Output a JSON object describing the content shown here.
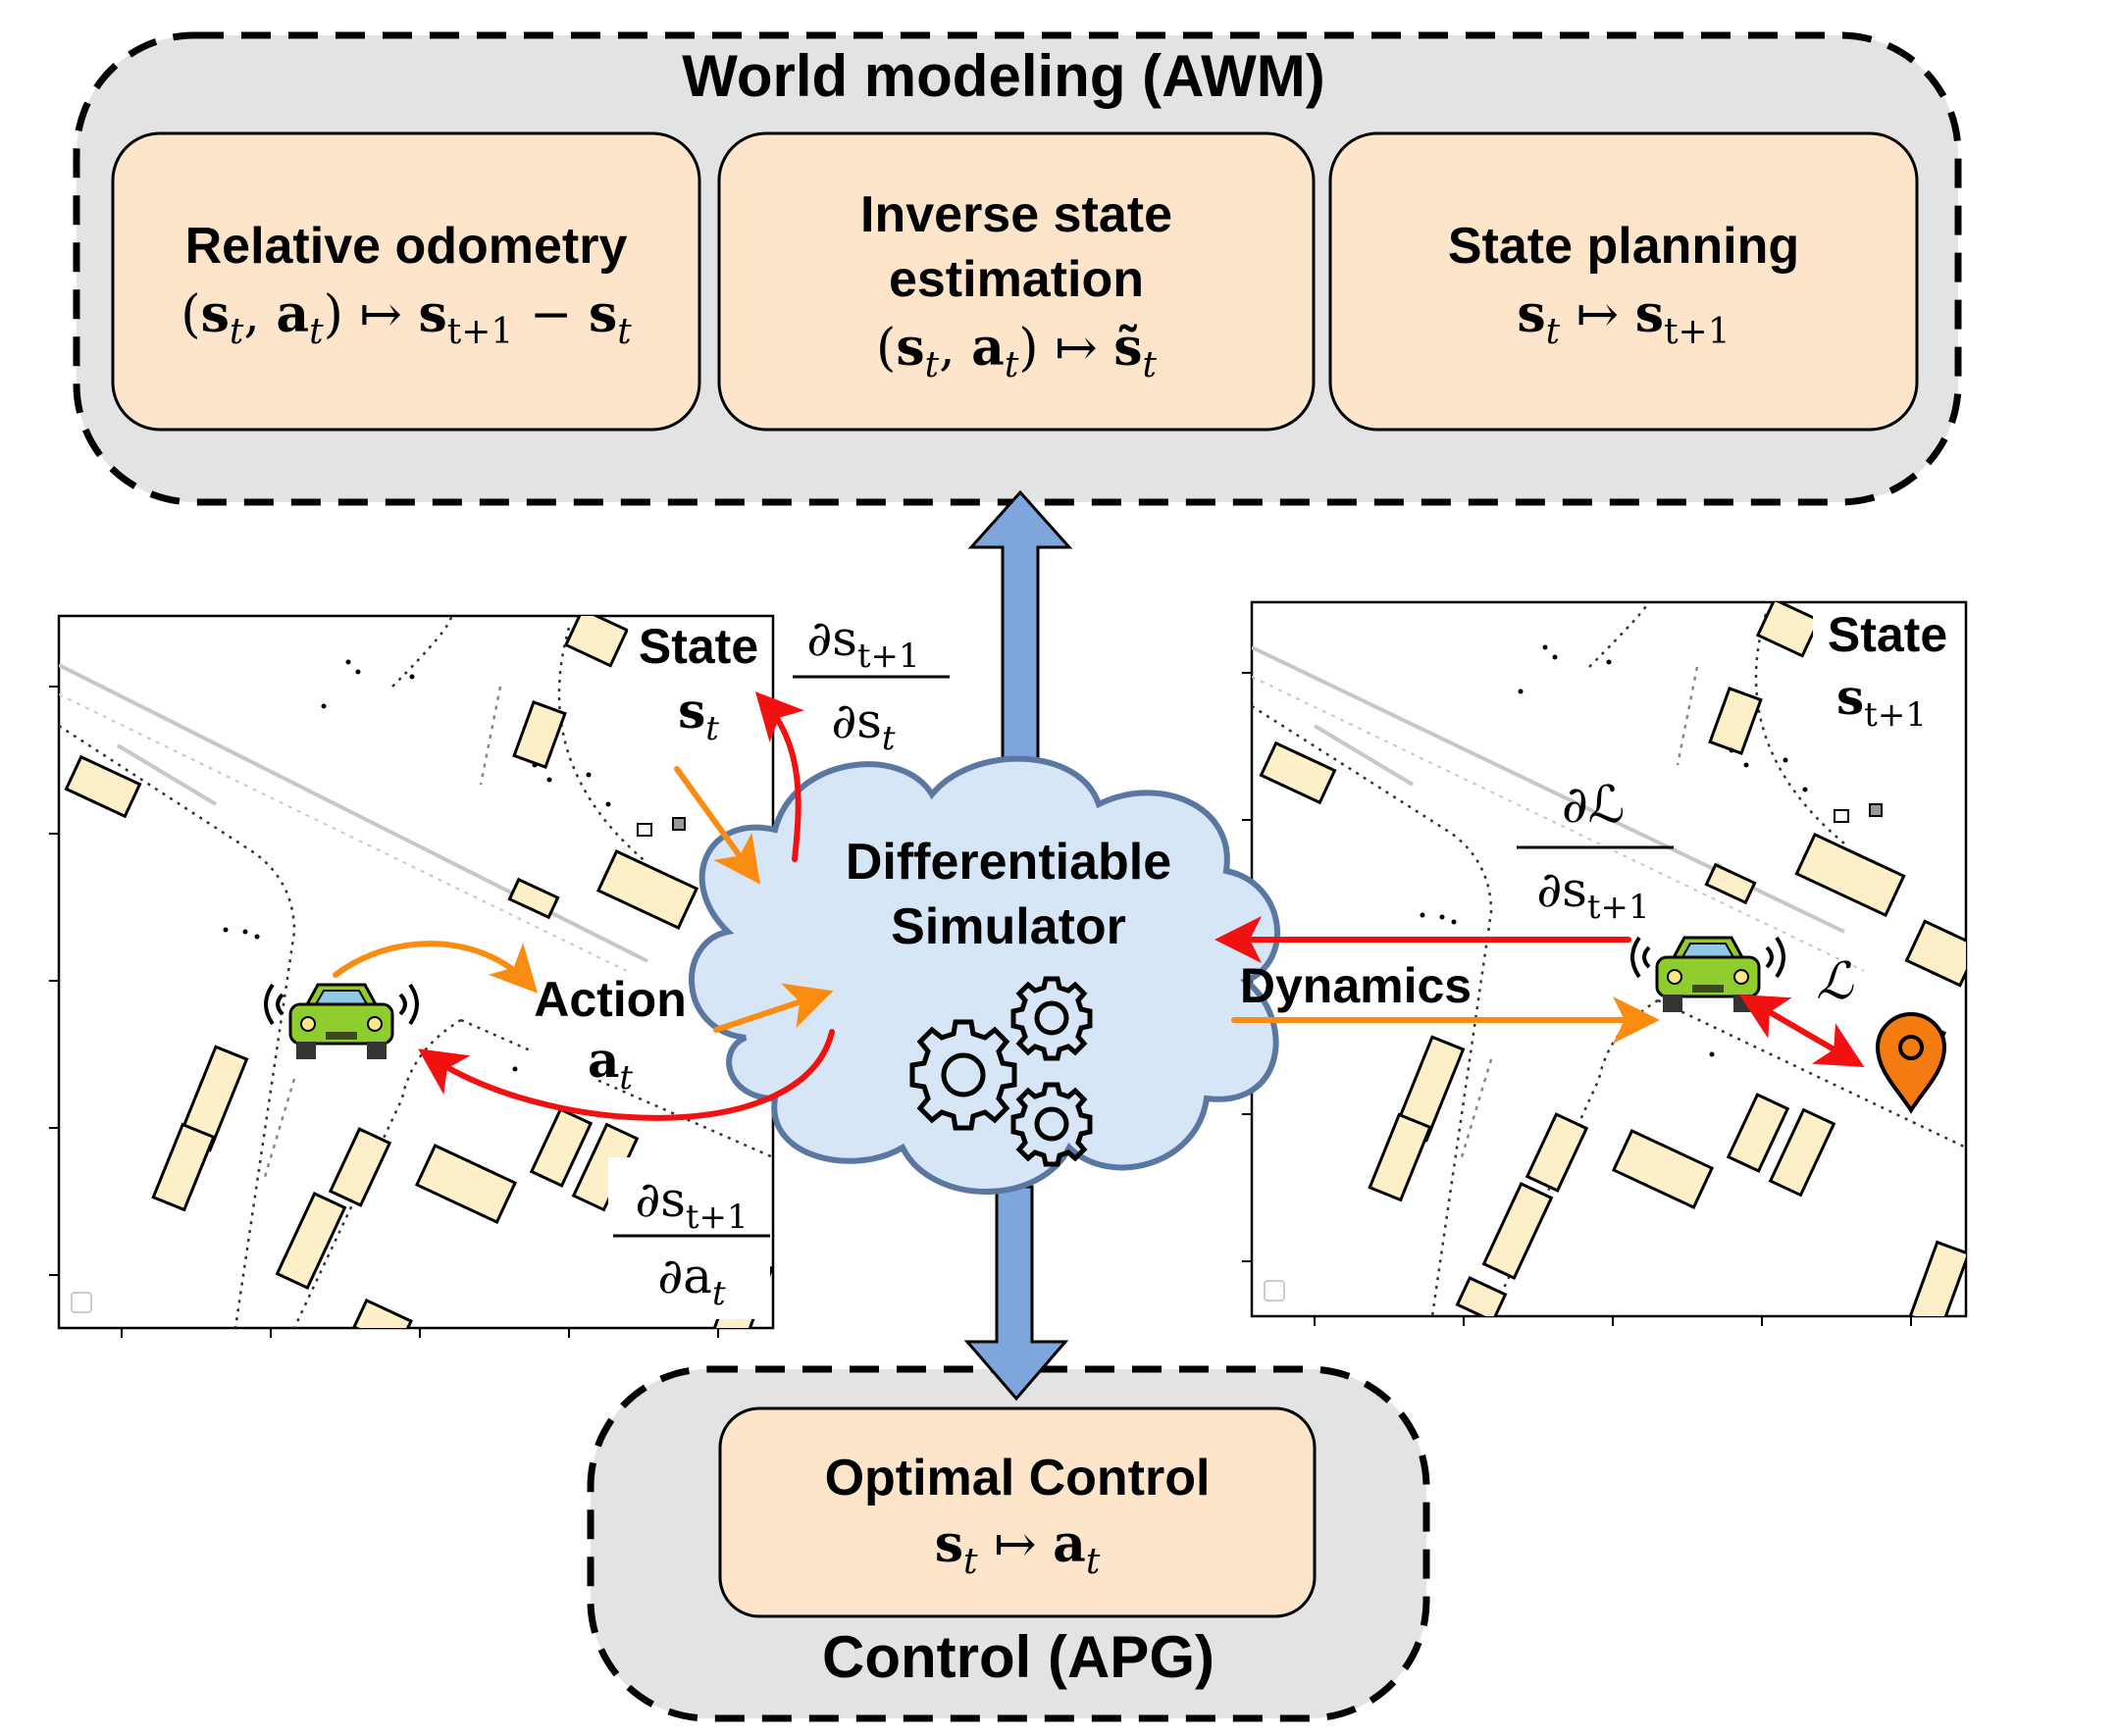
{
  "colors": {
    "panel_gray": "#e3e3e3",
    "box_fill": "#fde5cc",
    "cloud_fill": "#d6e6f7",
    "cloud_stroke": "#5a77a2",
    "blue_arrow": "#7ea6dc",
    "red_arrow": "#f21111",
    "orange_arrow": "#fb8c12",
    "building_fill": "#fdf0c9",
    "car_body": "#8fcc2d",
    "pin": "#f47a12"
  },
  "world": {
    "title": "World modeling (AWM)",
    "boxes": [
      {
        "title": "Relative odometry",
        "title2": "",
        "math_open": "(",
        "s": "s",
        "t": "t",
        "comma": ", ",
        "a": "a",
        "math_close": ")",
        "maps": " ↦ ",
        "rhs": "s",
        "rhs_sub": "t+1",
        "minus": " − ",
        "rhs2": "s",
        "rhs2_sub": "t"
      },
      {
        "title": "Inverse state",
        "title2": "estimation",
        "math_open": "(",
        "s": "s",
        "t": "t",
        "comma": ", ",
        "a": "a",
        "math_close": ")",
        "maps": " ↦ ",
        "rhs": "s̃",
        "rhs_sub": "t"
      },
      {
        "title": "State planning",
        "title2": "",
        "s": "s",
        "t": "t",
        "maps": " ↦ ",
        "rhs": "s",
        "rhs_sub": "t+1"
      }
    ]
  },
  "control": {
    "title": "Control (APG)",
    "box_title": "Optimal Control",
    "s": "s",
    "t": "t",
    "maps": " ↦ ",
    "a": "a"
  },
  "simulator": {
    "line1": "Differentiable",
    "line2": "Simulator"
  },
  "left_map": {
    "state_label": "State",
    "state_sym": "s",
    "state_sub": "t",
    "action_label": "Action",
    "action_sym": "a",
    "action_sub": "t",
    "grad_top_num": "∂s",
    "grad_top_num_sub": "t+1",
    "grad_top_den": "∂s",
    "grad_top_den_sub": "t",
    "grad_bot_num": "∂s",
    "grad_bot_num_sub": "t+1",
    "grad_bot_den": "∂a",
    "grad_bot_den_sub": "t"
  },
  "right_map": {
    "state_label": "State",
    "state_sym": "s",
    "state_sub": "t+1",
    "dynamics_label": "Dynamics",
    "grad_num": "∂ℒ",
    "grad_den": "∂s",
    "grad_den_sub": "t+1",
    "loss_sym": "ℒ"
  }
}
